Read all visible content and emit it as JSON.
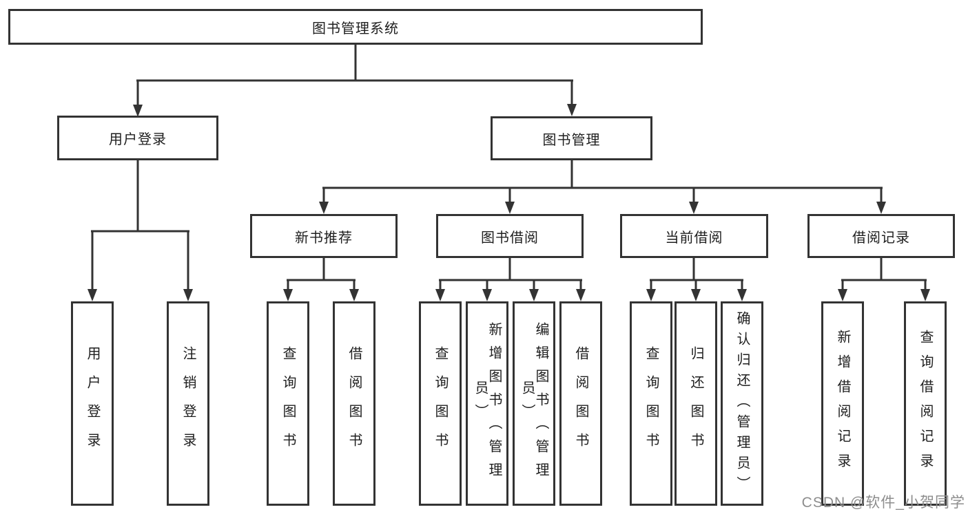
{
  "diagram": {
    "root": {
      "label": "图书管理系统"
    },
    "branches": [
      {
        "label": "用户登录",
        "children": [
          {
            "label": "用户登录"
          },
          {
            "label": "注销登录"
          }
        ]
      },
      {
        "label": "图书管理",
        "children": [
          {
            "label": "新书推荐",
            "children": [
              {
                "label": "查询图书"
              },
              {
                "label": "借阅图书"
              }
            ]
          },
          {
            "label": "图书借阅",
            "children": [
              {
                "label": "查询图书"
              },
              {
                "label": "新增图书（管理员）"
              },
              {
                "label": "编辑图书（管理员）"
              },
              {
                "label": "借阅图书"
              }
            ]
          },
          {
            "label": "当前借阅",
            "children": [
              {
                "label": "查询图书"
              },
              {
                "label": "归还图书"
              },
              {
                "label": "确认归还（管理员）"
              }
            ]
          },
          {
            "label": "借阅记录",
            "children": [
              {
                "label": "新增借阅记录"
              },
              {
                "label": "查询借阅记录"
              }
            ]
          }
        ]
      }
    ]
  },
  "watermark": {
    "text": "CSDN @软件_小贺同学"
  },
  "colors": {
    "line": "#333333",
    "text": "#1e1e1e",
    "background": "#ffffff",
    "watermark": "#8d8d8d"
  }
}
